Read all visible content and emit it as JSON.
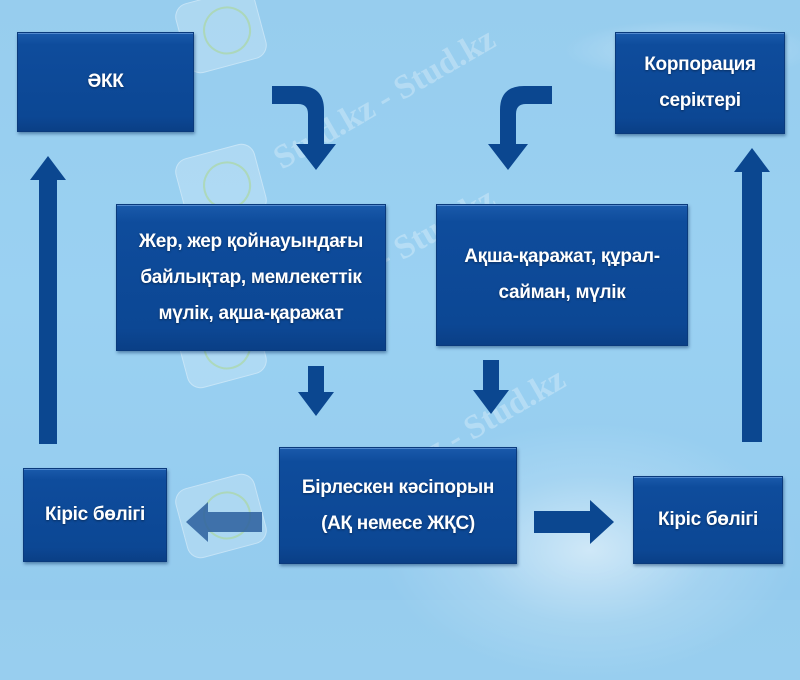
{
  "diagram": {
    "colors": {
      "background": "#97cdee",
      "box_fill": "#0e4c9c",
      "arrow_fill": "#0b4790",
      "text": "#ffffff"
    },
    "nodes": {
      "okk": {
        "lines": [
          "ӘКК"
        ]
      },
      "corporation_partners": {
        "lines": [
          "Корпорация",
          "серіктері"
        ]
      },
      "state_assets": {
        "lines": [
          "Жер, жер қойнауындағы",
          "байлықтар, мемлекеттік",
          "мүлік, ақша-қаражат"
        ]
      },
      "partner_assets": {
        "lines": [
          "Ақша-қаражат, құрал-",
          "сайман, мүлік"
        ]
      },
      "joint_venture": {
        "lines": [
          "Бірлескен кәсіпорын",
          "(АҚ немесе ЖҚС)"
        ]
      },
      "income_share_left": {
        "lines": [
          "Кіріс бөлігі"
        ]
      },
      "income_share_right": {
        "lines": [
          "Кіріс бөлігі"
        ]
      }
    },
    "edges": [
      {
        "from": "okk",
        "to": "state_assets",
        "icon": "curved-arrow-down-right"
      },
      {
        "from": "corporation_partners",
        "to": "partner_assets",
        "icon": "curved-arrow-down-left"
      },
      {
        "from": "state_assets",
        "to": "joint_venture",
        "icon": "arrow-down"
      },
      {
        "from": "partner_assets",
        "to": "joint_venture",
        "icon": "arrow-down"
      },
      {
        "from": "joint_venture",
        "to": "income_share_left",
        "icon": "arrow-left"
      },
      {
        "from": "joint_venture",
        "to": "income_share_right",
        "icon": "arrow-right"
      },
      {
        "from": "income_share_left",
        "to": "okk",
        "icon": "arrow-up"
      },
      {
        "from": "income_share_right",
        "to": "corporation_partners",
        "icon": "arrow-up"
      }
    ],
    "watermark": "Stud.kz - Stud.kz"
  }
}
